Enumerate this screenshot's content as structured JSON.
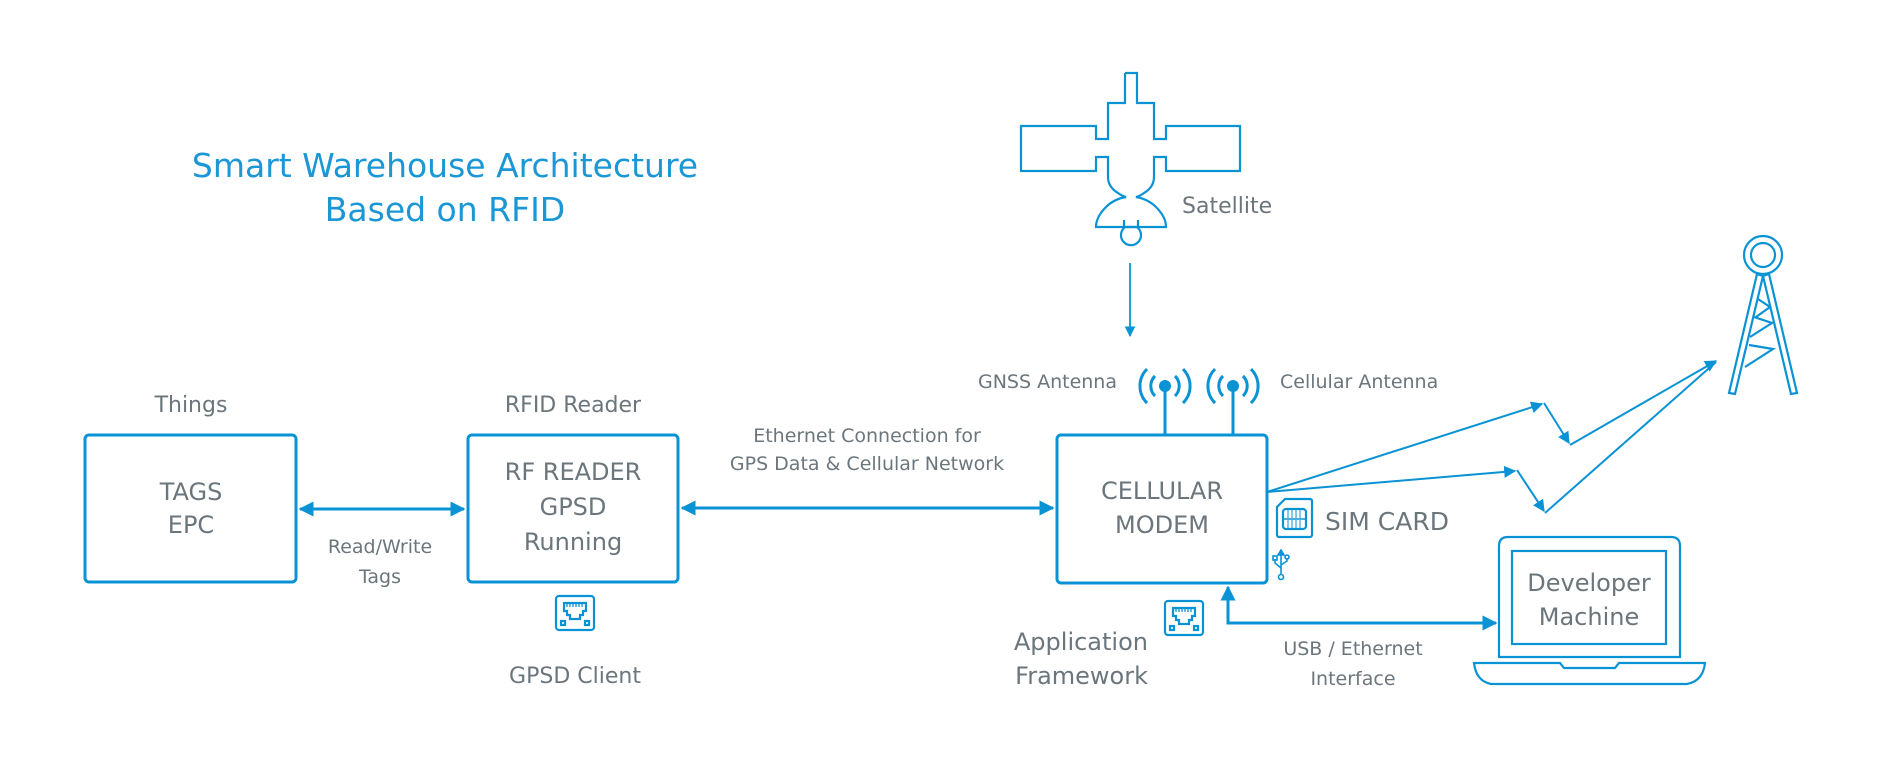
{
  "title": {
    "line1": "Smart Warehouse Architecture",
    "line2": "Based on RFID"
  },
  "colors": {
    "accent": "#0a93d4",
    "title": "#1b97d5",
    "text": "#6b767c"
  },
  "nodes": {
    "things": {
      "heading": "Things",
      "line1": "TAGS",
      "line2": "EPC"
    },
    "rfid_reader": {
      "heading": "RFID Reader",
      "line1": "RF READER",
      "line2": "GPSD",
      "line3": "Running",
      "footer": "GPSD Client"
    },
    "cellular_modem": {
      "line1": "CELLULAR",
      "line2": "MODEM"
    },
    "satellite": {
      "label": "Satellite"
    },
    "developer_machine": {
      "line1": "Developer",
      "line2": "Machine"
    }
  },
  "antennas": {
    "gnss": "GNSS Antenna",
    "cellular": "Cellular Antenna"
  },
  "sim_card": "SIM CARD",
  "app_framework": {
    "line1": "Application",
    "line2": "Framework"
  },
  "connections": {
    "read_write": {
      "line1": "Read/Write",
      "line2": "Tags"
    },
    "ethernet": {
      "line1": "Ethernet Connection for",
      "line2": "GPS Data & Cellular Network"
    },
    "usb_ethernet": {
      "line1": "USB / Ethernet",
      "line2": "Interface"
    }
  },
  "icons": [
    "satellite-icon",
    "antenna-icon",
    "cell-tower-icon",
    "sim-card-icon",
    "usb-icon",
    "ethernet-port-icon",
    "laptop-icon"
  ]
}
